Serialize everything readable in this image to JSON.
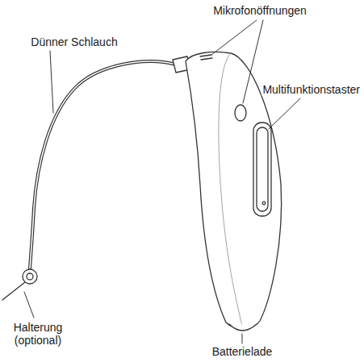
{
  "diagram": {
    "labels": [
      "Mikrofonöffnungen",
      "Dünner Schlauch",
      "Multifunktionstaster",
      "Halterung (optional)",
      "Batterielade"
    ]
  }
}
